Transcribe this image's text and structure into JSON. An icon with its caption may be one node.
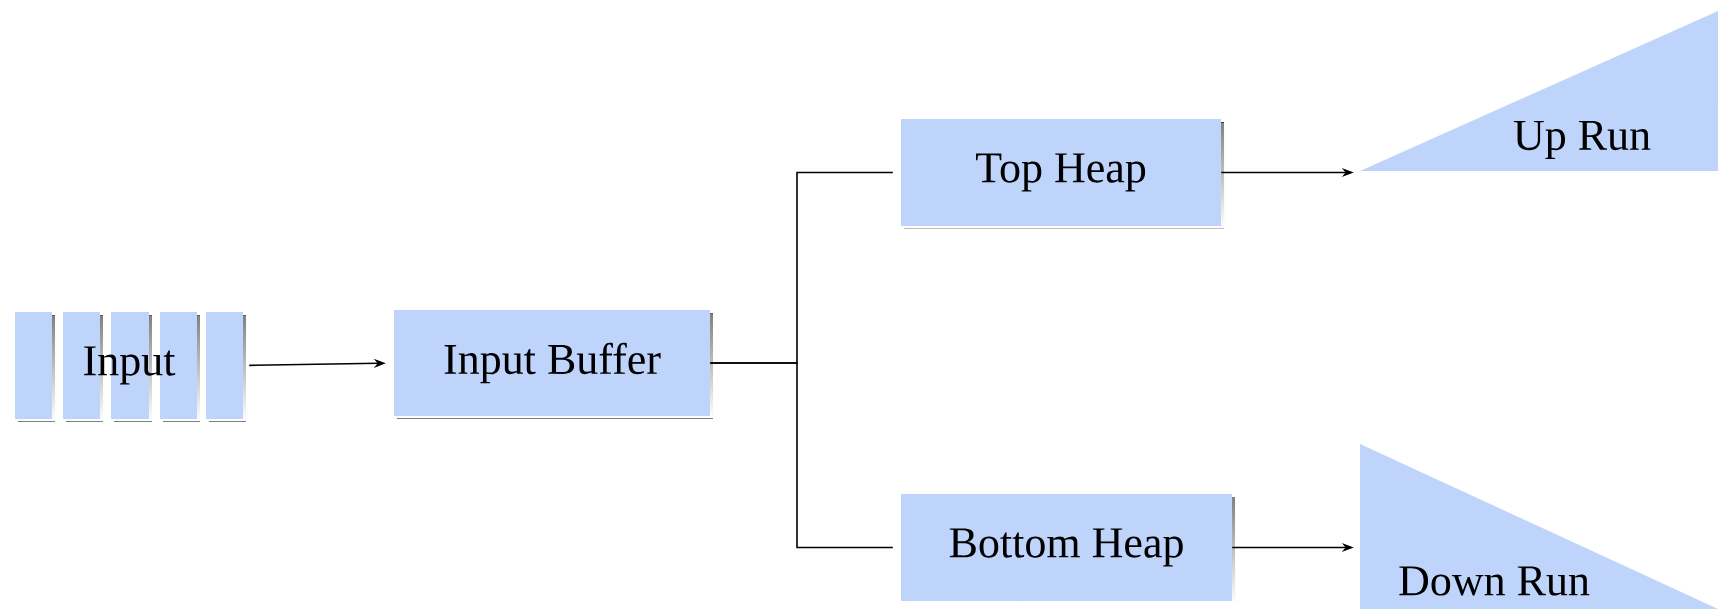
{
  "diagram": {
    "nodes": [
      {
        "text": [
          "Input"
        ]
      },
      {
        "text": [
          "Input Buffer"
        ]
      },
      {
        "text": [
          "Top Heap"
        ]
      },
      {
        "text": [
          "Bottom Heap"
        ]
      },
      {
        "text": [
          "Up Run"
        ]
      },
      {
        "text": [
          "Down Run"
        ]
      }
    ],
    "edges": [
      {
        "from": 0,
        "to": 1,
        "arrow": "to"
      },
      {
        "from": 1,
        "to": 2,
        "arrow": "none"
      },
      {
        "from": 1,
        "to": 3,
        "arrow": "none"
      },
      {
        "from": 2,
        "to": 4,
        "arrow": "to"
      },
      {
        "from": 3,
        "to": 5,
        "arrow": "to"
      }
    ]
  }
}
